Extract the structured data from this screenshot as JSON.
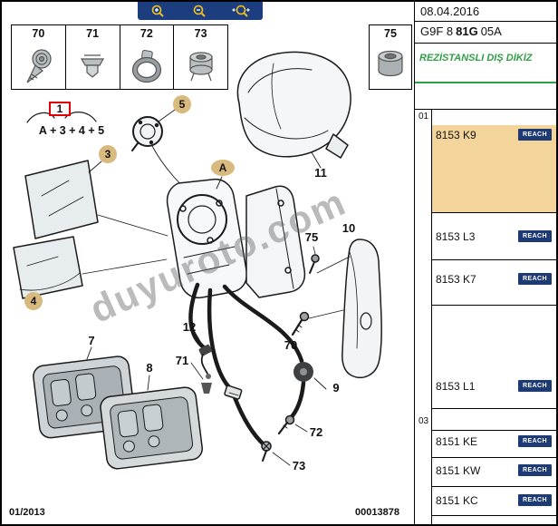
{
  "toolbar": {
    "icons": {
      "zoom_in": "magnifier-plus",
      "zoom_out": "magnifier-minus",
      "zoom_pan": "magnifier-arrows"
    }
  },
  "diagram": {
    "watermark": "duyuroto.com",
    "assembly_formula": "A + 3 + 4 + 5",
    "strip": {
      "n70": "70",
      "n71": "71",
      "n72": "72",
      "n73": "73",
      "n75": "75"
    },
    "callouts": {
      "c1": "1",
      "c3": "3",
      "c4": "4",
      "c5": "5",
      "c7": "7",
      "c8": "8",
      "c9": "9",
      "c10": "10",
      "c11": "11",
      "c12": "12",
      "c70": "70",
      "c71": "71",
      "c72": "72",
      "c73": "73",
      "c75": "75",
      "cA": "A"
    },
    "footer": {
      "left": "01/2013",
      "number": "00013878"
    }
  },
  "panel": {
    "date": "08.04.2016",
    "code": {
      "prefix": "G9F 8",
      "bold": "81G",
      "suffix": "05A"
    },
    "description": "REZİSTANSLI DIŞ DİKİZ",
    "badge_label": "REACH",
    "groups": [
      {
        "id": "01",
        "rows": [
          {
            "part": "8153 K9",
            "highlighted": true
          },
          {
            "part": "8153 L3"
          },
          {
            "part": "8153 K7"
          },
          {
            "part": "8153 L1"
          }
        ]
      },
      {
        "id": "03",
        "rows": [
          {
            "part": "8151 KE"
          },
          {
            "part": "8151 KW"
          },
          {
            "part": "8151 KC"
          }
        ]
      }
    ],
    "colors": {
      "highlight": "#f3d49a",
      "badge_bg": "#1d3a75",
      "description_green": "#2f9e44",
      "toolbar_blue": "#1c3e7e",
      "callout_tan": "#d9ba7e",
      "callout1_red": "#e00000"
    }
  }
}
